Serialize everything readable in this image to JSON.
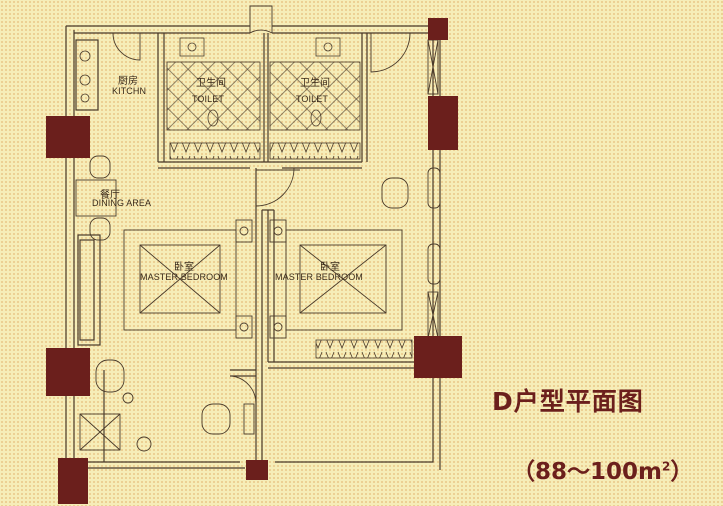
{
  "rooms": {
    "kitchen": {
      "zh": "厨房",
      "en": "KITCHN"
    },
    "dining": {
      "zh": "餐厅",
      "en": "DINING AREA"
    },
    "toilet_left": {
      "zh": "卫生间",
      "en": "TOILET"
    },
    "toilet_right": {
      "zh": "卫生间",
      "en": "TOILET"
    },
    "bedroom_left": {
      "zh": "卧室",
      "en": "MASTER BEDROOM"
    },
    "bedroom_right": {
      "zh": "卧室",
      "en": "MASTER BEDROOM"
    }
  },
  "plan": {
    "title": "D户型平面图",
    "area_open": "（88～100m",
    "area_sup": "2",
    "area_close": "）"
  },
  "colors": {
    "wall": "#4a3a2a",
    "column": "#6b1f1c",
    "title": "#6b1f1c",
    "background": "#f6edb8"
  }
}
